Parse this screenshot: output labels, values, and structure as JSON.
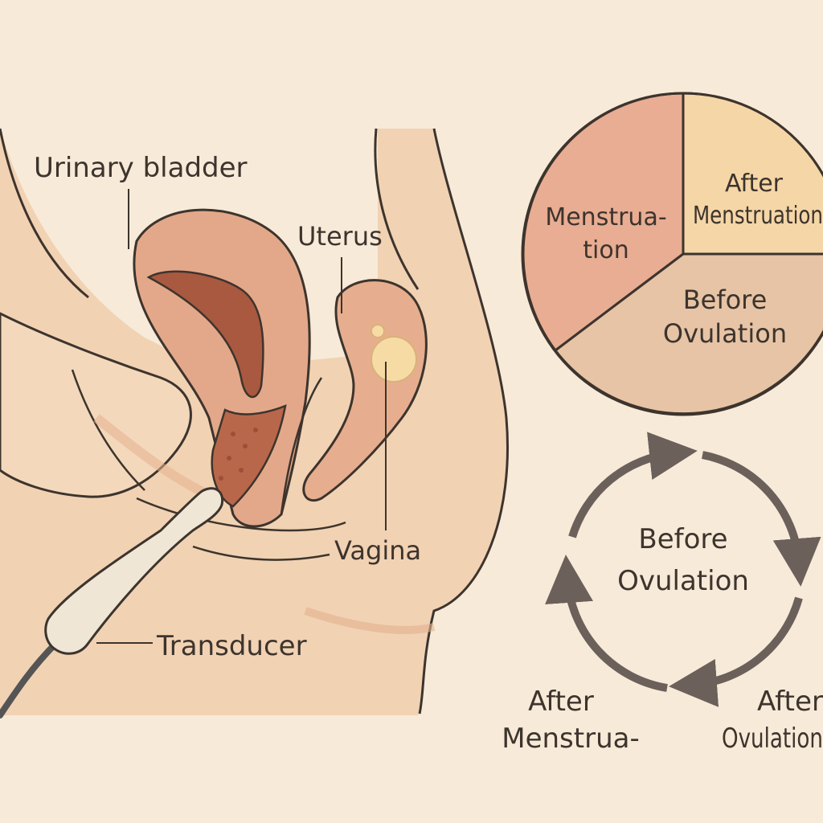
{
  "colors": {
    "background": "#f7ead9",
    "skin": "#f1d2b3",
    "skin_dark": "#e7b994",
    "organ": "#e3a88a",
    "cavity": "#a9593f",
    "outline": "#3d342d",
    "pie_menstruation": "#e8ad93",
    "pie_after_menstruation": "#f5d6a6",
    "pie_before_ovulation": "#e6c4a5",
    "cycle_arrow": "#6b605a"
  },
  "anatomy": {
    "labels": {
      "bladder": "Urinary bladder",
      "uterus": "Uterus",
      "vagina": "Vagina",
      "transducer": "Transducer"
    }
  },
  "pie": {
    "slices": [
      {
        "lines": [
          "Menstrua-",
          "tion"
        ],
        "share": 0.375
      },
      {
        "lines": [
          "After",
          "Menstruation"
        ],
        "share": 0.25
      },
      {
        "lines": [
          "Before",
          "Ovulation"
        ],
        "share": 0.375
      }
    ]
  },
  "cycle": {
    "center": [
      "Before",
      "Ovulation"
    ],
    "bottom_left": [
      "After",
      "Menstrua-"
    ],
    "bottom_right": [
      "After",
      "Ovulation"
    ]
  }
}
